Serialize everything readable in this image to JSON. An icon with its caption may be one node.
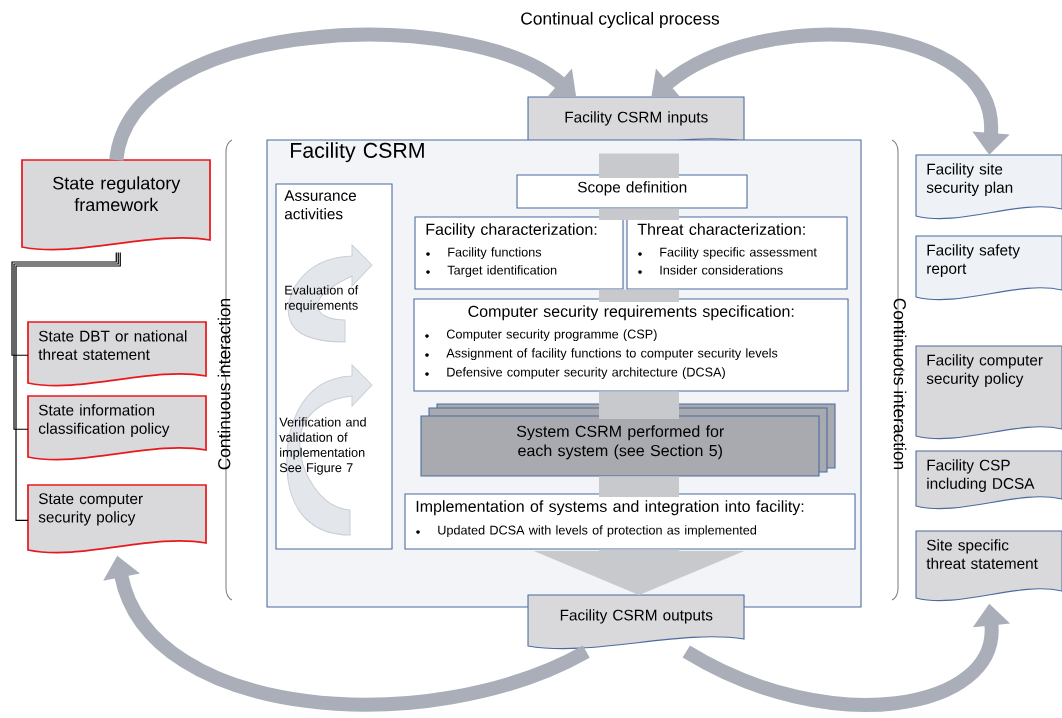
{
  "diagram": {
    "nodes": [
      {
        "text": [
          "State regulatory framework"
        ]
      },
      {
        "text": [
          "State DBT or national threat statement"
        ]
      },
      {
        "text": [
          "State information classification policy"
        ]
      },
      {
        "text": [
          "State computer security policy"
        ]
      },
      {
        "text": [
          "Facility CSRM inputs"
        ]
      },
      {
        "text": [
          "Facility CSRM"
        ]
      },
      {
        "text": [
          "Assurance activities",
          "Evaluation of requirements",
          "Verification and validation of implementation See Figure 7"
        ],
        "in": 5
      },
      {
        "text": [
          "Scope definition"
        ],
        "in": 5
      },
      {
        "text": [
          "Facility characterization:",
          "Facility functions",
          "Target identification"
        ],
        "in": 5
      },
      {
        "text": [
          "Threat characterization:",
          "Facility specific assessment",
          "Insider considerations"
        ],
        "in": 5
      },
      {
        "text": [
          "Computer security requirements specification:",
          "Computer security programme (CSP)",
          "Assignment of facility functions to computer security levels",
          "Defensive computer security architecture (DCSA)"
        ],
        "in": 5
      },
      {
        "text": [
          "System CSRM performed for each system (see Section 5)"
        ],
        "in": 5
      },
      {
        "text": [
          "Implementation of systems and integration into facility:",
          "Updated DCSA with levels of protection as implemented"
        ],
        "in": 5
      },
      {
        "text": [
          "Facility CSRM outputs"
        ]
      },
      {
        "text": [
          "Facility site security plan"
        ]
      },
      {
        "text": [
          "Facility safety report"
        ]
      },
      {
        "text": [
          "Facility computer security policy"
        ]
      },
      {
        "text": [
          "Facility CSP including DCSA"
        ]
      },
      {
        "text": [
          "Site specific threat statement"
        ]
      }
    ],
    "edges": [
      {
        "from": 0,
        "to": 1,
        "arrow": "none",
        "color": "#000000"
      },
      {
        "from": 0,
        "to": 2,
        "arrow": "none",
        "color": "#000000"
      },
      {
        "from": 0,
        "to": 3,
        "arrow": "none",
        "color": "#000000"
      },
      {
        "from": 4,
        "to": 7,
        "arrow": "none",
        "style": "thick",
        "color": "#c8c9cc"
      },
      {
        "from": 7,
        "to": 9,
        "arrow": "none",
        "style": "thick",
        "color": "#c8c9cc"
      },
      {
        "from": 9,
        "to": 10,
        "arrow": "none",
        "style": "thick",
        "color": "#c8c9cc"
      },
      {
        "from": 10,
        "to": 11,
        "arrow": "none",
        "style": "thick",
        "color": "#c8c9cc"
      },
      {
        "from": 11,
        "to": 12,
        "arrow": "none",
        "style": "thick",
        "color": "#c8c9cc"
      },
      {
        "from": 12,
        "to": 13,
        "arrow": "to",
        "style": "thick",
        "color": "#c8c9cc"
      },
      {
        "from": 0,
        "to": 4,
        "arrow": "to",
        "color": "#a9aeb8"
      },
      {
        "from": 4,
        "to": 14,
        "arrow": "both",
        "color": "#a9aeb8"
      },
      {
        "from": 13,
        "to": 3,
        "arrow": "to",
        "color": "#a9aeb8"
      },
      {
        "from": 13,
        "to": 18,
        "arrow": "to",
        "color": "#a9aeb8"
      }
    ],
    "labels": [
      "Continual cyclical process",
      "Continuous interaction",
      "Continuous interaction"
    ]
  }
}
